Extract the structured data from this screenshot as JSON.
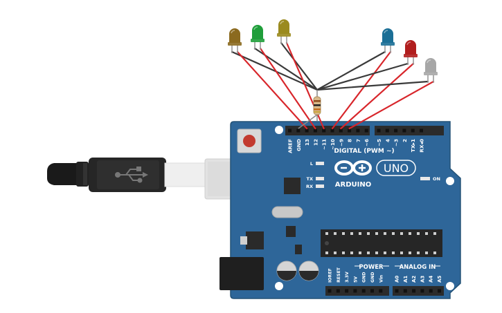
{
  "board": {
    "brand": "ARDUINO",
    "model": "UNO",
    "digital_header_label": "DIGITAL (PWM ~)",
    "digital_pins": [
      "AREF",
      "GND",
      "13",
      "12",
      "~11",
      "~10",
      "~9",
      "8",
      "7",
      "~6",
      "~5",
      "4",
      "~3",
      "2",
      "TX▸1",
      "RX◂0"
    ],
    "led_labels": {
      "l": "L",
      "tx": "TX",
      "rx": "RX",
      "on": "ON"
    },
    "power_header_label": "POWER",
    "power_pins": [
      "IOREF",
      "RESET",
      "3.3V",
      "5V",
      "GND",
      "GND",
      "Vin"
    ],
    "analog_header_label": "ANALOG IN",
    "analog_pins": [
      "A0",
      "A1",
      "A2",
      "A3",
      "A4",
      "A5"
    ],
    "board_color": "#2e6699",
    "header_color": "#2b2b2b"
  },
  "leds": [
    {
      "name": "led-brown",
      "color": "#8b6a1f"
    },
    {
      "name": "led-green",
      "color": "#1f9e3a"
    },
    {
      "name": "led-olive",
      "color": "#9a8a1e"
    },
    {
      "name": "led-blue",
      "color": "#1b6f96"
    },
    {
      "name": "led-red",
      "color": "#b11e1e"
    },
    {
      "name": "led-gray",
      "color": "#a7a7a7"
    }
  ],
  "wires": {
    "anode_color": "#d8262b",
    "cathode_color": "#3a3a3a"
  },
  "icons": [
    "usb-cable-icon",
    "usb-symbol-icon",
    "resistor-icon",
    "reset-button-icon",
    "arduino-infinity-logo-icon"
  ]
}
